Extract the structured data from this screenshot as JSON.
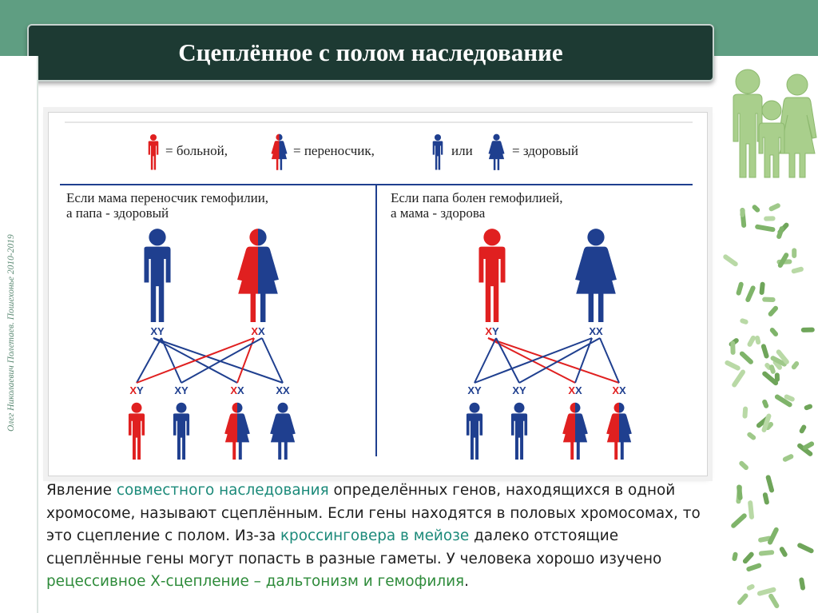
{
  "title": "Сцеплённое с полом наследование",
  "side_credit": "Олег Николаевич Полетаев. Пошехонье 2010-2019",
  "legend": {
    "sick": "= больной,",
    "carrier": "= переносчик,",
    "or": "или",
    "healthy": "= здоровый"
  },
  "cases": [
    {
      "line1": "Если мама переносчик гемофилии,",
      "line2": "а папа - здоровый",
      "parents": [
        {
          "genotype_left": "X",
          "genotype_right": "Y",
          "status": "healthy"
        },
        {
          "genotype_left": "X",
          "genotype_right": "X",
          "status": "carrier"
        }
      ],
      "children": [
        {
          "genotype_left": "X",
          "genotype_right": "Y",
          "status": "sick"
        },
        {
          "genotype_left": "X",
          "genotype_right": "Y",
          "status": "healthy"
        },
        {
          "genotype_left": "X",
          "genotype_right": "X",
          "status": "carrier"
        },
        {
          "genotype_left": "X",
          "genotype_right": "X",
          "status": "healthy"
        }
      ]
    },
    {
      "line1": "Если папа болен гемофилией,",
      "line2": "а мама - здорова",
      "parents": [
        {
          "genotype_left": "X",
          "genotype_right": "Y",
          "status": "sick"
        },
        {
          "genotype_left": "X",
          "genotype_right": "X",
          "status": "healthy"
        }
      ],
      "children": [
        {
          "genotype_left": "X",
          "genotype_right": "Y",
          "status": "healthy"
        },
        {
          "genotype_left": "X",
          "genotype_right": "Y",
          "status": "healthy"
        },
        {
          "genotype_left": "X",
          "genotype_right": "X",
          "status": "carrier"
        },
        {
          "genotype_left": "X",
          "genotype_right": "X",
          "status": "carrier"
        }
      ]
    }
  ],
  "body": {
    "p1": "Явление ",
    "p2": "совместного наследования",
    "p3": "  определённых генов, находящихся в одной хромосоме, называют сцеплённым. Если гены находятся в половых хромосомах, то это сцепление с полом. Из-за ",
    "p4": "кроссинговера в мейозе",
    "p5": " далеко отстоящие сцеплённые гены могут попасть в разные гаметы. У человека хорошо изучено ",
    "p6": "рецессивное Х-сцепление – дальтонизм и гемофилия",
    "p7": "."
  },
  "colors": {
    "header_band": "#5f9e82",
    "title_bg": "#1d3a33",
    "affected_red": "#e02020",
    "healthy_blue": "#1f3f8f",
    "highlight_teal": "#1c8a7a",
    "highlight_green": "#2e8b3a"
  }
}
